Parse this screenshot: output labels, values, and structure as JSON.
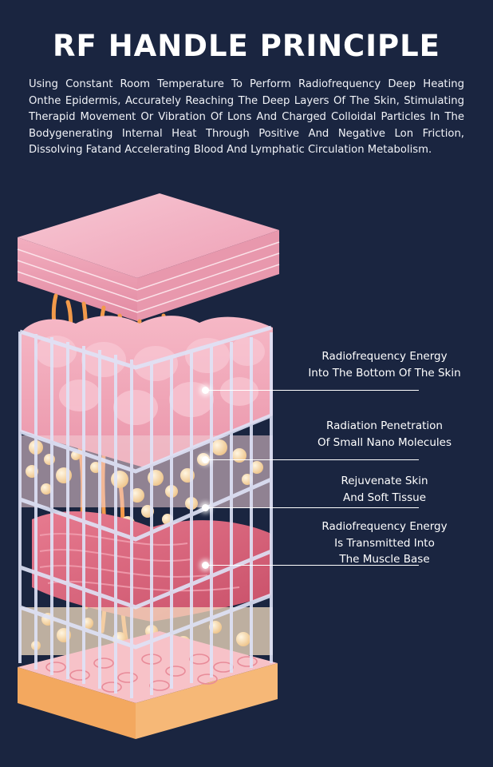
{
  "page": {
    "title": "RF HANDLE PRINCIPLE",
    "description": "Using Constant Room Temperature To Perform Radiofrequency Deep Heating Onthe Epidermis, Accurately Reaching The Deep Layers Of The Skin, Stimulating Therapid Movement Or Vibration Of Lons And Charged Colloidal Particles In The Bodygenerating Internal Heat Through Positive And Negative Lon Friction, Dissolving Fatand Accelerating Blood And Lymphatic Circulation Metabolism."
  },
  "labels": [
    {
      "line1": "Radiofrequency Energy",
      "line2": "Into The Bottom Of The Skin"
    },
    {
      "line1": "Radiation Penetration",
      "line2": "Of Small Nano Molecules"
    },
    {
      "line1": "Rejuvenate Skin",
      "line2": "And Soft Tissue"
    },
    {
      "line1": "Radiofrequency Energy",
      "line2": "Is Transmitted Into",
      "line3": "The Muscle Base"
    }
  ],
  "colors": {
    "background": "#1a2540",
    "skin_pink": "#f3b3c4",
    "fat_yellow": "#f6d9a8",
    "muscle_red": "#d9637a",
    "fiber_orange": "#f29a4a",
    "grid_lavender": "#dfe3f7"
  }
}
